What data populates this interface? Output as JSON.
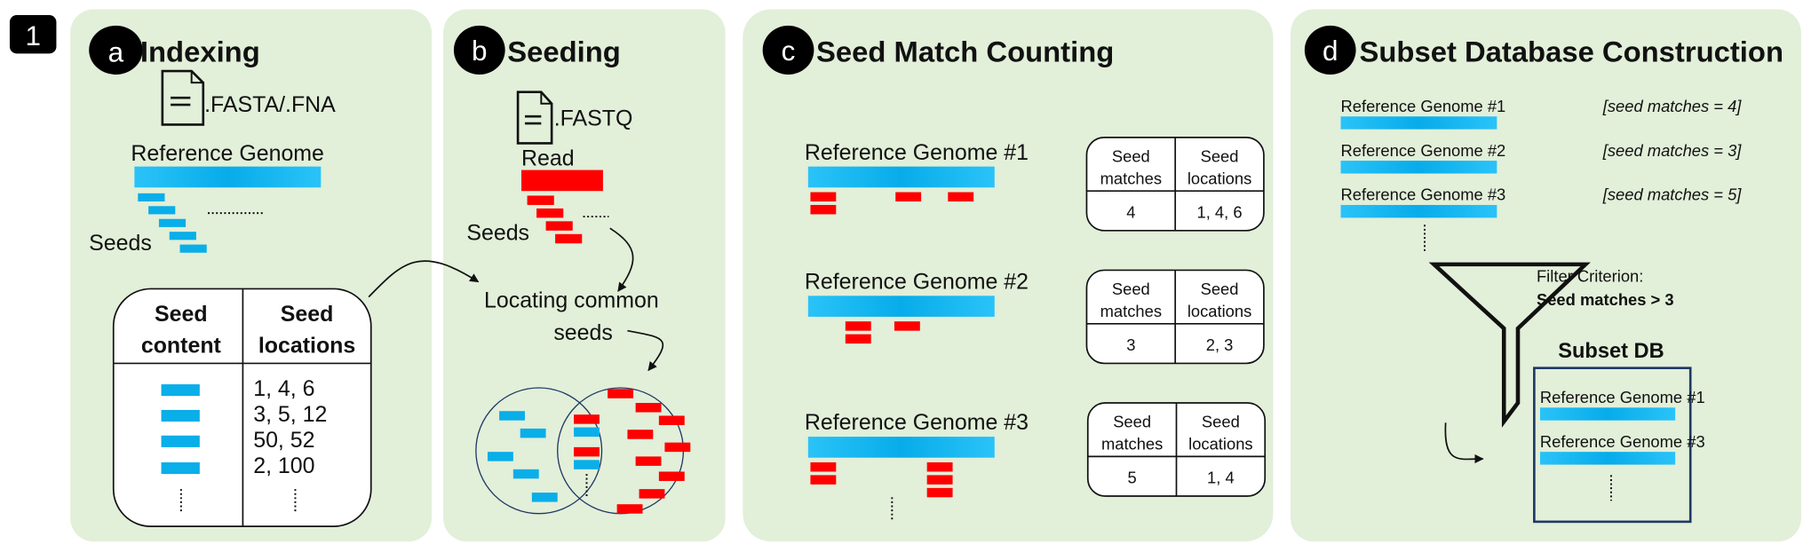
{
  "figure_label": "1",
  "colors": {
    "panel_bg": "#e2efd9",
    "genome_bar": "#0aaee8",
    "read_seed": "#ff0000",
    "subset_box": "#1f3864"
  },
  "panel_a": {
    "letter": "a",
    "title": "Indexing",
    "file_ext": ".FASTA/.FNA",
    "file_icon": "document-icon",
    "genome_label": "Reference Genome",
    "seeds_label": "Seeds",
    "table": {
      "headers": [
        [
          "Seed",
          "content"
        ],
        [
          "Seed",
          "locations"
        ]
      ],
      "locations": [
        "1, 4, 6",
        "3, 5, 12",
        "50, 52",
        "2, 100"
      ]
    }
  },
  "panel_b": {
    "letter": "b",
    "title": "Seeding",
    "file_ext": ".FASTQ",
    "file_icon": "document-icon",
    "read_label": "Read",
    "seeds_label": "Seeds",
    "locating_line1": "Locating common",
    "locating_line2": "seeds"
  },
  "panel_c": {
    "letter": "c",
    "title": "Seed Match Counting",
    "genomes": [
      {
        "label": "Reference Genome #1",
        "col1": [
          "Seed",
          "matches"
        ],
        "col2": [
          "Seed",
          "locations"
        ],
        "matches": "4",
        "locations": "1, 4, 6"
      },
      {
        "label": "Reference Genome #2",
        "col1": [
          "Seed",
          "matches"
        ],
        "col2": [
          "Seed",
          "locations"
        ],
        "matches": "3",
        "locations": "2, 3"
      },
      {
        "label": "Reference Genome #3",
        "col1": [
          "Seed",
          "matches"
        ],
        "col2": [
          "Seed",
          "locations"
        ],
        "matches": "5",
        "locations": "1, 4"
      }
    ]
  },
  "panel_d": {
    "letter": "d",
    "title": "Subset Database Construction",
    "genomes": [
      {
        "label": "Reference Genome #1",
        "note": "[seed matches = 4]"
      },
      {
        "label": "Reference Genome #2",
        "note": "[seed matches = 3]"
      },
      {
        "label": "Reference Genome #3",
        "note": "[seed matches = 5]"
      }
    ],
    "filter_label": "Filter Criterion:",
    "filter_rule": "Seed matches > 3",
    "filter_icon": "funnel-icon",
    "subset_title": "Subset DB",
    "subset_items": [
      "Reference Genome #1",
      "Reference Genome #3"
    ]
  }
}
